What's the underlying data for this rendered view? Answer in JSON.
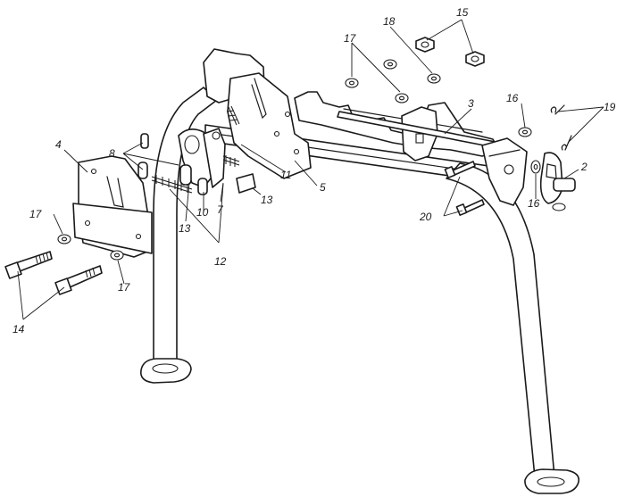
{
  "diagram": {
    "callouts": [
      {
        "id": "c2",
        "text": "2"
      },
      {
        "id": "c3",
        "text": "3"
      },
      {
        "id": "c4",
        "text": "4"
      },
      {
        "id": "c5",
        "text": "5"
      },
      {
        "id": "c7",
        "text": "7"
      },
      {
        "id": "c8",
        "text": "8"
      },
      {
        "id": "c10",
        "text": "10"
      },
      {
        "id": "c11",
        "text": "11"
      },
      {
        "id": "c12",
        "text": "12"
      },
      {
        "id": "c13a",
        "text": "13"
      },
      {
        "id": "c13b",
        "text": "13"
      },
      {
        "id": "c14",
        "text": "14"
      },
      {
        "id": "c15",
        "text": "15"
      },
      {
        "id": "c16a",
        "text": "16"
      },
      {
        "id": "c16b",
        "text": "16"
      },
      {
        "id": "c17a",
        "text": "17"
      },
      {
        "id": "c17b",
        "text": "17"
      },
      {
        "id": "c17c",
        "text": "17"
      },
      {
        "id": "c18",
        "text": "18"
      },
      {
        "id": "c19",
        "text": "19"
      },
      {
        "id": "c20",
        "text": "20"
      }
    ]
  }
}
